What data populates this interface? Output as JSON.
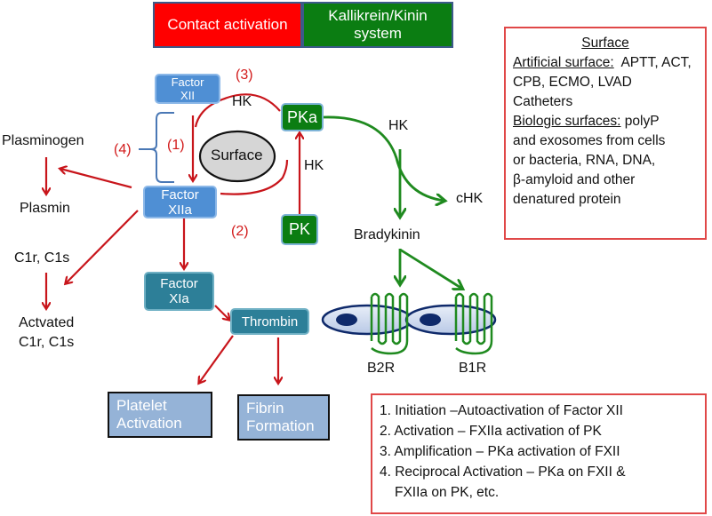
{
  "legend": {
    "contact_activation": "Contact activation",
    "kallikrein_kinin": "Kallikrein/Kinin system",
    "colors": {
      "contact": "#ff0000",
      "kallikrein": "#0b7d12"
    }
  },
  "nodes": {
    "factor_xii": "Factor XII",
    "factor_xiia": "Factor XIIa",
    "factor_xia": "Factor XIa",
    "thrombin": "Thrombin",
    "pka": "PKa",
    "pk": "PK",
    "surface": "Surface",
    "platelet_activation": "Platelet Activation",
    "fibrin_formation": "Fibrin Formation"
  },
  "labels": {
    "plasminogen": "Plasminogen",
    "plasmin": "Plasmin",
    "c1r_c1s": "C1r, C1s",
    "activated_c1r_c1s_line1": "Actvated",
    "activated_c1r_c1s_line2": "C1r, C1s",
    "hk_top": "HK",
    "hk_mid": "HK",
    "hk_right": "HK",
    "chk": "cHK",
    "bradykinin": "Bradykinin",
    "b2r": "B2R",
    "b1r": "B1R"
  },
  "step_markers": {
    "one": "(1)",
    "two": "(2)",
    "three": "(3)",
    "four": "(4)"
  },
  "surface_box": {
    "title": "Surface",
    "artificial_heading": "Artificial surface:",
    "artificial_items": "APTT, ACT, CPB, ECMO, LVAD",
    "catheters": "Catheters",
    "biologic_heading": "Biologic surfaces:",
    "biologic_items_1": "polyP",
    "biologic_items_2": "and exosomes from cells",
    "biologic_items_3": "or bacteria, RNA, DNA,",
    "biologic_items_4": "β-amyloid and other",
    "biologic_items_5": "denatured protein"
  },
  "steps_box": {
    "steps": [
      "1. Initiation –Autoactivation of Factor XII",
      "2. Activation – FXIIa activation of PK",
      "3. Amplification – PKa activation of FXII",
      "4. Reciprocal Activation – PKa on FXII &"
    ],
    "step4_continuation": "FXIIa on PK, etc."
  }
}
